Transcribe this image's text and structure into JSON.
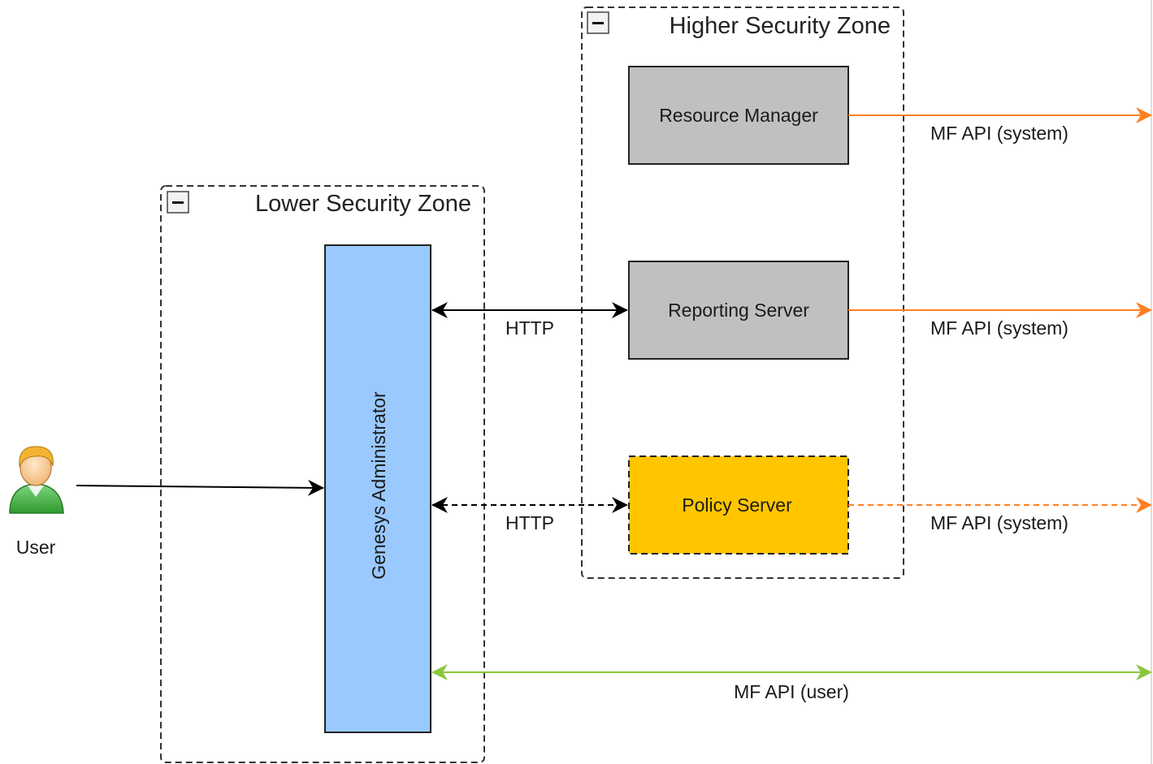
{
  "zones": {
    "higher": {
      "title": "Higher Security Zone"
    },
    "lower": {
      "title": "Lower Security Zone"
    }
  },
  "nodes": {
    "resource_manager": {
      "label": "Resource Manager"
    },
    "reporting_server": {
      "label": "Reporting Server"
    },
    "policy_server": {
      "label": "Policy Server"
    },
    "genesys_admin": {
      "label": "Genesys Administrator"
    },
    "user": {
      "label": "User"
    }
  },
  "edges": {
    "http_reporting": {
      "label": "HTTP"
    },
    "http_policy": {
      "label": "HTTP"
    },
    "mf_resource": {
      "label": "MF API (system)"
    },
    "mf_reporting": {
      "label": "MF API (system)"
    },
    "mf_policy": {
      "label": "MF API (system)"
    },
    "mf_user": {
      "label": "MF API (user)"
    }
  },
  "colors": {
    "system_api": "#ff7f1f",
    "user_api": "#8cc63f",
    "gray_box": "#c0c0c0",
    "policy_box": "#ffc600",
    "admin_box": "#99c9ff"
  }
}
